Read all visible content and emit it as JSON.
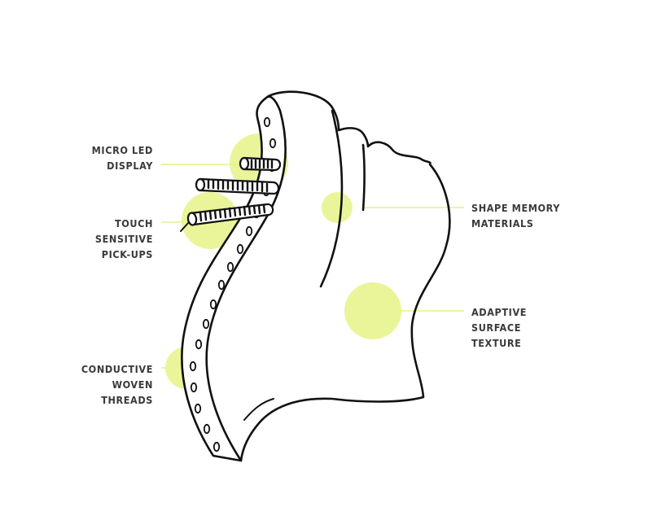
{
  "diagram": {
    "accent_color": "#eaf59a",
    "leader_color": "#e6f28a",
    "outline_color": "#111111",
    "labels": {
      "micro_led": [
        "MICRO LED",
        "DISPLAY"
      ],
      "touch": [
        "TOUCH",
        "SENSITIVE",
        "PICK-UPS"
      ],
      "conductive": [
        "CONDUCTIVE",
        "WOVEN",
        "THREADS"
      ],
      "shape_memory": [
        "SHAPE MEMORY",
        "MATERIALS"
      ],
      "adaptive": [
        "ADAPTIVE",
        "SURFACE",
        "TEXTURE"
      ]
    }
  }
}
